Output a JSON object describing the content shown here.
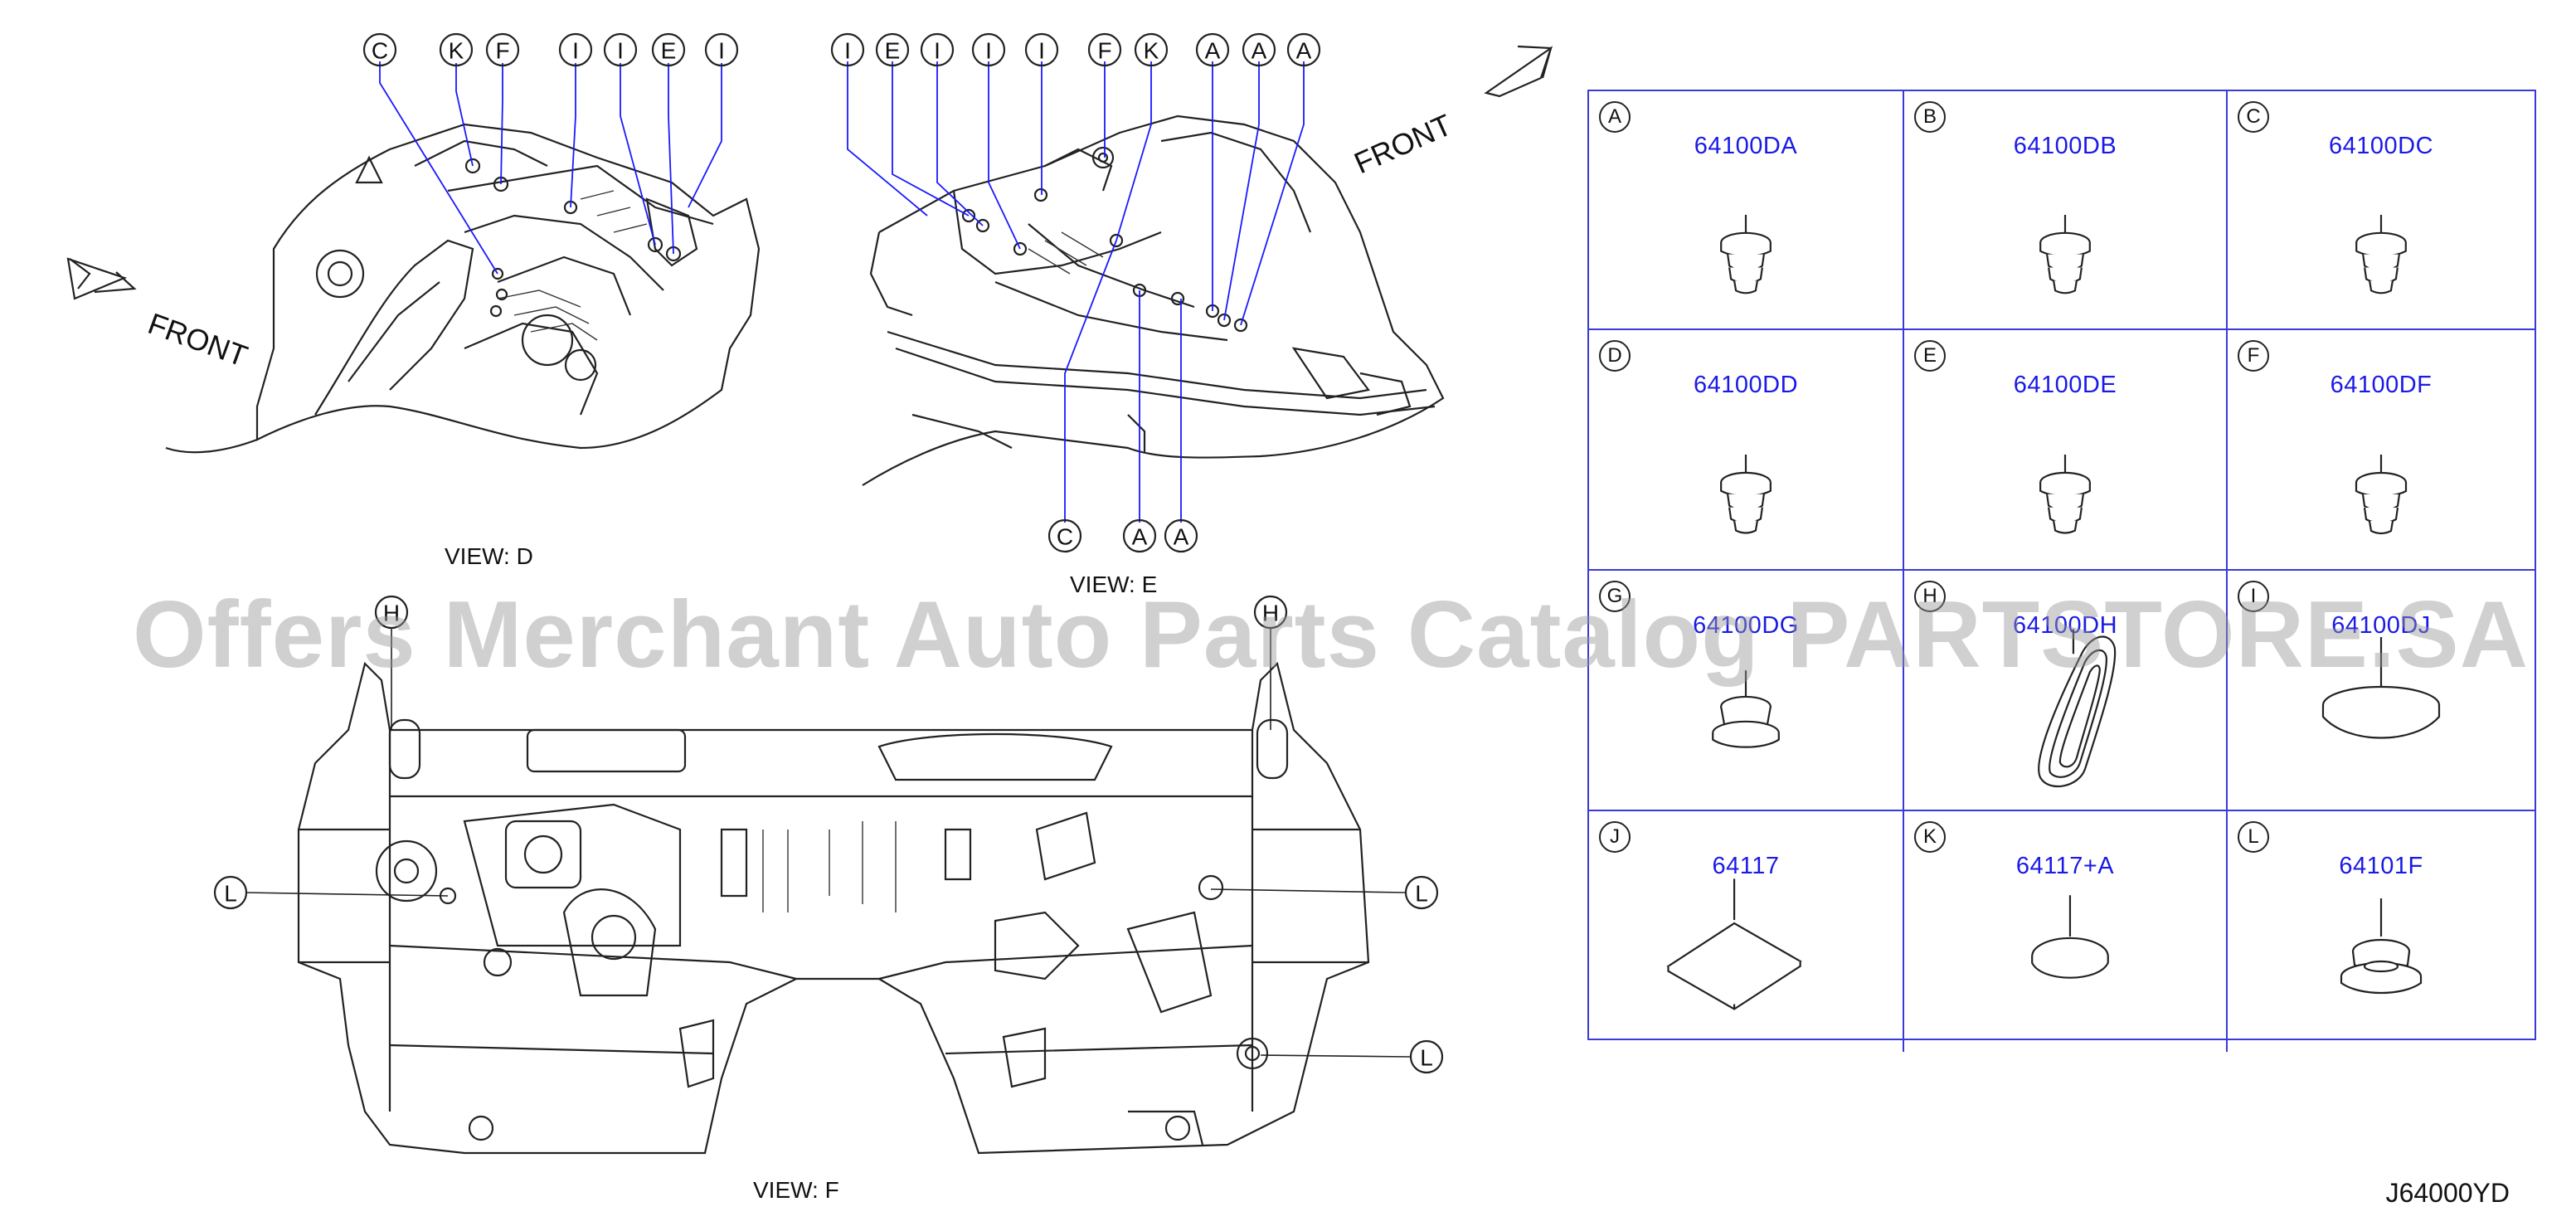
{
  "views": {
    "d": {
      "label": "VIEW:   D",
      "front": "FRONT",
      "callouts": [
        "C",
        "K",
        "F",
        "I",
        "I",
        "E",
        "I"
      ]
    },
    "e": {
      "label": "VIEW:   E",
      "front": "FRONT",
      "callouts_top": [
        "I",
        "E",
        "I",
        "I",
        "I",
        "F",
        "K",
        "A",
        "A",
        "A"
      ],
      "callouts_bottom": [
        "C",
        "A",
        "A"
      ]
    },
    "f": {
      "label": "VIEW:   F",
      "callouts": [
        "H",
        "H",
        "L",
        "L",
        "L"
      ]
    }
  },
  "parts_table": {
    "cells": [
      {
        "letter": "A",
        "part": "64100DA",
        "shape": "clip"
      },
      {
        "letter": "B",
        "part": "64100DB",
        "shape": "clip"
      },
      {
        "letter": "C",
        "part": "64100DC",
        "shape": "clip"
      },
      {
        "letter": "D",
        "part": "64100DD",
        "shape": "clip"
      },
      {
        "letter": "E",
        "part": "64100DE",
        "shape": "clip"
      },
      {
        "letter": "F",
        "part": "64100DF",
        "shape": "clip"
      },
      {
        "letter": "G",
        "part": "64100DG",
        "shape": "plug"
      },
      {
        "letter": "H",
        "part": "64100DH",
        "shape": "grommet"
      },
      {
        "letter": "I",
        "part": "64100DJ",
        "shape": "disc"
      },
      {
        "letter": "J",
        "part": "64117",
        "shape": "pad"
      },
      {
        "letter": "K",
        "part": "64117+A",
        "shape": "flat-disc"
      },
      {
        "letter": "L",
        "part": "64101F",
        "shape": "cap-plug"
      }
    ]
  },
  "watermark": "Offers Merchant Auto Parts Catalog PARTSTORE.SA",
  "diagram_code": "J64000YD",
  "colors": {
    "part_number": "#1a1ae6",
    "grid": "#3a3ad6",
    "watermark": "#969696"
  }
}
